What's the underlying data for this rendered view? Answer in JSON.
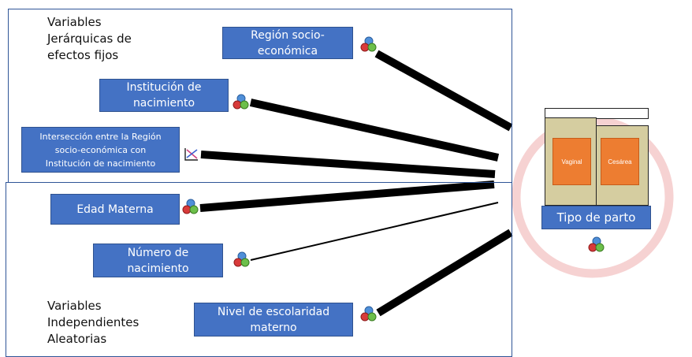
{
  "headings": {
    "fixed": [
      "Variables",
      "Jerárquicas de",
      "efectos fijos"
    ],
    "random": [
      "Variables",
      "Independientes",
      "Aleatorias"
    ]
  },
  "variables": {
    "region": [
      "Región socio-",
      "económica"
    ],
    "institucion": [
      "Institución de",
      "nacimiento"
    ],
    "interseccion": [
      "Intersección entre la Región",
      "socio-económica con",
      "Institución de nacimiento"
    ],
    "edad": [
      "Edad Materna"
    ],
    "numero": [
      "Número de",
      "nacimiento"
    ],
    "escolaridad": [
      "Nivel de escolaridad",
      "materno"
    ]
  },
  "target": {
    "label": "Tipo de parto",
    "categories": [
      "Vaginal",
      "Cesárea"
    ]
  },
  "icons": {
    "nominal": "nominal-measure-icon",
    "interaction": "interaction-icon"
  },
  "colors": {
    "box": "#4472c4",
    "frame": "#2f5597",
    "category": "#ed7d31",
    "ring": "#f4c6c6",
    "column": "#d5cda0"
  }
}
